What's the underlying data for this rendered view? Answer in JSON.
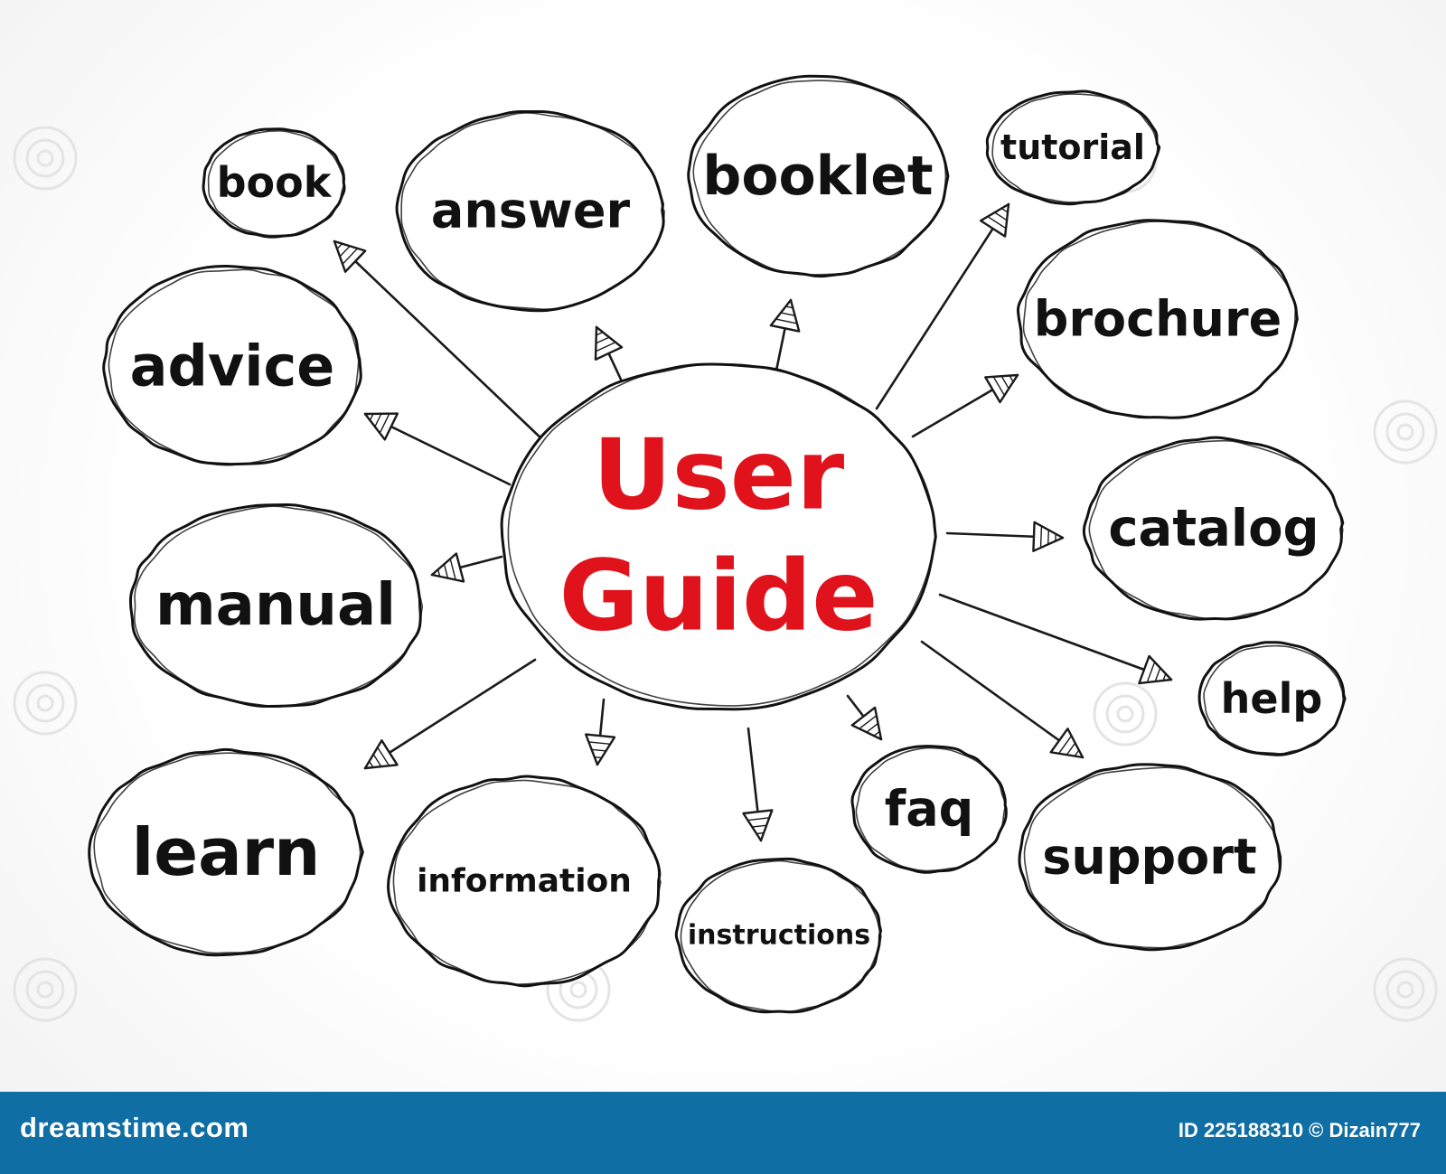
{
  "diagram": {
    "center": {
      "line1": "User",
      "line2": "Guide",
      "color": "#e0121b"
    },
    "nodes": [
      {
        "id": "book",
        "label": "book"
      },
      {
        "id": "answer",
        "label": "answer"
      },
      {
        "id": "booklet",
        "label": "booklet"
      },
      {
        "id": "tutorial",
        "label": "tutorial"
      },
      {
        "id": "brochure",
        "label": "brochure"
      },
      {
        "id": "advice",
        "label": "advice"
      },
      {
        "id": "catalog",
        "label": "catalog"
      },
      {
        "id": "manual",
        "label": "manual"
      },
      {
        "id": "help",
        "label": "help"
      },
      {
        "id": "learn",
        "label": "learn"
      },
      {
        "id": "faq",
        "label": "faq"
      },
      {
        "id": "support",
        "label": "support"
      },
      {
        "id": "information",
        "label": "information"
      },
      {
        "id": "instructions",
        "label": "instructions"
      }
    ],
    "edges": [
      {
        "from": "center",
        "to": "book"
      },
      {
        "from": "center",
        "to": "answer"
      },
      {
        "from": "center",
        "to": "booklet"
      },
      {
        "from": "center",
        "to": "tutorial"
      },
      {
        "from": "center",
        "to": "brochure"
      },
      {
        "from": "center",
        "to": "advice"
      },
      {
        "from": "center",
        "to": "catalog"
      },
      {
        "from": "center",
        "to": "manual"
      },
      {
        "from": "center",
        "to": "help"
      },
      {
        "from": "center",
        "to": "learn"
      },
      {
        "from": "center",
        "to": "faq"
      },
      {
        "from": "center",
        "to": "support"
      },
      {
        "from": "center",
        "to": "information"
      },
      {
        "from": "center",
        "to": "instructions"
      }
    ]
  },
  "footer": {
    "brand": "dreamstime.com",
    "meta": "ID 225188310 © Dizain777",
    "color": "#0f6ea3"
  },
  "icons": [
    "swirl-watermark-icon"
  ]
}
